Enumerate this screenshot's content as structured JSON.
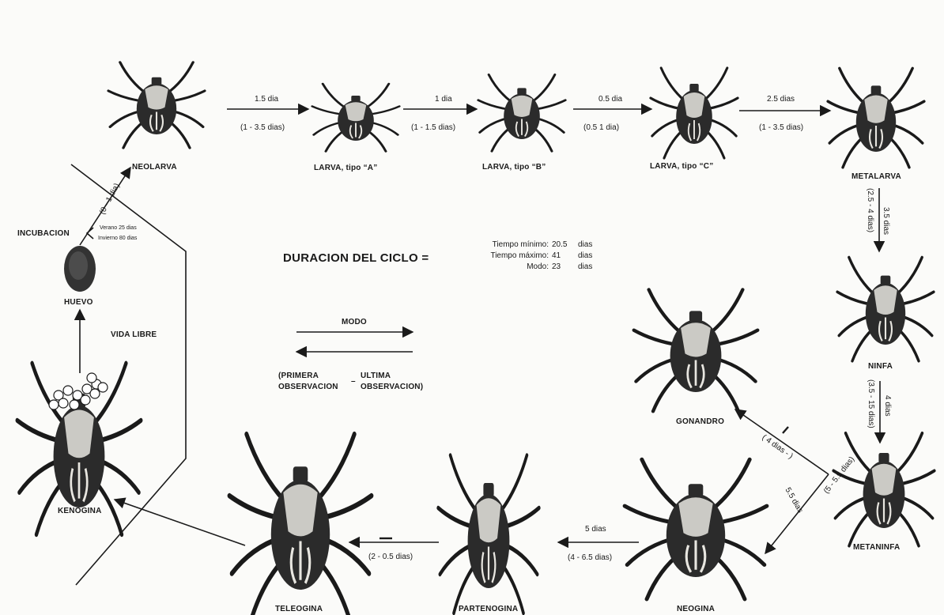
{
  "stages": {
    "neolarva": "NEOLARVA",
    "larva_a": "LARVA, tipo “A”",
    "larva_b": "LARVA, tipo “B”",
    "larva_c": "LARVA, tipo “C”",
    "metalarva": "METALARVA",
    "ninfa": "NINFA",
    "metaninfa": "METANINFA",
    "gonandro": "GONANDRO",
    "neogina": "NEOGINA",
    "partenogina": "PARTENOGINA",
    "teleogina": "TELEOGINA",
    "kenogina": "KENOGINA",
    "huevo": "HUEVO",
    "incubacion": "INCUBACION"
  },
  "transitions": {
    "t1_mode": "1.5  dia",
    "t1_range": "(1 - 3.5 dias)",
    "t2_mode": "1  dia",
    "t2_range": "(1 - 1.5 dias)",
    "t3_mode": "0.5 dia",
    "t3_range": "(0.5   1 dia)",
    "t4_mode": "2.5  dias",
    "t4_range": "(1 - 3.5 dias)",
    "t5_mode": "3.5 dias",
    "t5_range": "(2.5 - 4 dias)",
    "t6_mode": "4 dias",
    "t6_range": "(3.5 - 15 dias)",
    "t7_mode": "5.5 dias",
    "t7_range": "(5 - 5.5 dias)",
    "t8_mode": "—",
    "t8_range": "( 4  dias  -  )",
    "t9_mode": "5 dias",
    "t9_range": "(4  -  6.5 dias)",
    "t10_mode": "—",
    "t10_range": "(2 - 0.5 dias)",
    "t11_range": "(0 - 1 dia)",
    "incub_verano": "Verano 25   dias",
    "incub_invierno": "Invierno 80 dias"
  },
  "cycle": {
    "title": "DURACION DEL CICLO =",
    "min_label": "Tiempo mínimo:",
    "min_value": "20.5",
    "min_unit": "dias",
    "max_label": "Tiempo máximo:",
    "max_value": "41",
    "max_unit": "dias",
    "mode_label": "Modo:",
    "mode_value": "23",
    "mode_unit": "dias"
  },
  "legend": {
    "modo": "MODO",
    "primera_1": "(PRIMERA",
    "primera_2": "OBSERVACION",
    "dash": "–",
    "ultima_1": "ULTIMA",
    "ultima_2": "OBSERVACION)"
  },
  "vida_libre": "VIDA LIBRE",
  "colors": {
    "ink": "#1a1a1a",
    "body": "#2b2b2b",
    "shield": "#e8e6e0",
    "paper": "#fbfbf9"
  }
}
